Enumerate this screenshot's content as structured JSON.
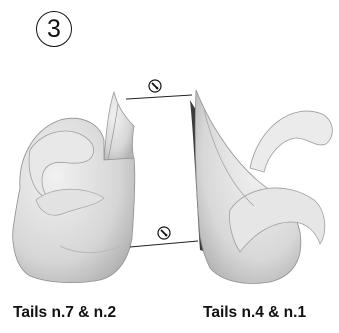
{
  "step": {
    "number": "3"
  },
  "specimens": [
    {
      "label": "Tails n.7 & n.2",
      "icon": "tail-model-render"
    },
    {
      "label": "Tails n.4 & n.1",
      "icon": "tail-model-render"
    }
  ],
  "connectors": {
    "count": 2,
    "icon": "pointer-target-icon"
  },
  "colors": {
    "model_fill": "#dcdcdc",
    "model_shadow": "#a9a9a9",
    "cut_face": "#3c3c3c",
    "ink": "#111111"
  }
}
